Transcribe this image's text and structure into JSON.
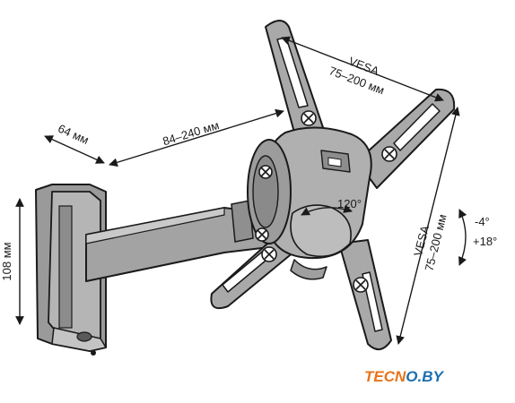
{
  "labels": {
    "arm_depth": "64 мм",
    "arm_reach": "84–240 мм",
    "plate_height": "108 мм",
    "vesa_top_title": "VESA",
    "vesa_top_range": "75–200 мм",
    "vesa_side_title": "VESA",
    "vesa_side_range": "75–200 мм",
    "rotation": "120°",
    "tilt_down": "-4°",
    "tilt_up": "+18°"
  },
  "logo": {
    "part1": "TEC",
    "part2": "N",
    "part3": "O.BY"
  },
  "colors": {
    "metal": "#a9a9a9",
    "metal_dark": "#7a7a7a",
    "outline": "#1a1a1a",
    "logo_orange": "#e8731a",
    "logo_blue": "#1b6fae"
  }
}
